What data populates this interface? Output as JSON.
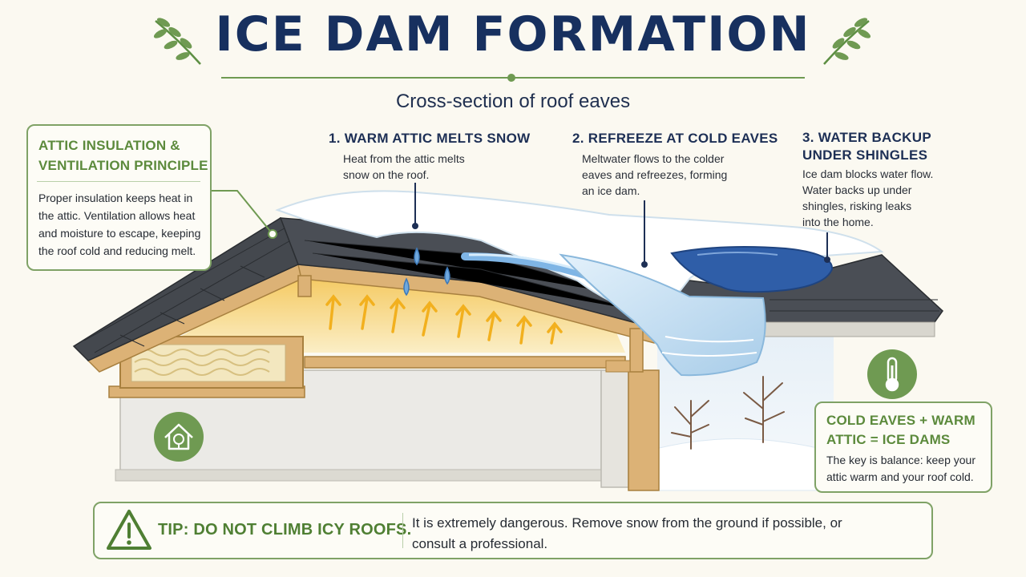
{
  "header": {
    "title": "ICE DAM FORMATION",
    "subtitle": "Cross-section of roof eaves"
  },
  "steps": [
    {
      "title": "1. WARM ATTIC MELTS SNOW",
      "body": [
        "Heat from the attic melts",
        "snow on the roof."
      ]
    },
    {
      "title": "2. REFREEZE AT COLD EAVES",
      "body": [
        "Meltwater flows to the colder",
        "eaves and refreezes, forming",
        "an ice dam."
      ]
    },
    {
      "title_lines": [
        "3. WATER BACKUP",
        "UNDER SHINGLES"
      ],
      "body": [
        "Ice dam blocks water flow.",
        "Water backs up under",
        "shingles, risking leaks",
        "into the home."
      ]
    }
  ],
  "insulation_card": {
    "title_lines": [
      "ATTIC INSULATION &",
      "VENTILATION PRINCIPLE"
    ],
    "body": [
      "Proper insulation keeps heat in",
      "the attic. Ventilation allows heat",
      "and moisture to escape, keeping",
      "the roof cold and reducing melt."
    ]
  },
  "balance_card": {
    "title_lines": [
      "COLD EAVES + WARM",
      "ATTIC = ICE DAMS"
    ],
    "body": [
      "The key is balance: keep your",
      "attic warm and your roof cold."
    ]
  },
  "tip": {
    "title": "TIP: DO NOT CLIMB ICY ROOFS.",
    "body": [
      "It is extremely dangerous. Remove snow from the ground if possible, or",
      "consult a professional."
    ]
  },
  "icons": {
    "laurel": "laurel-branch-icon",
    "home": "home-insulation-icon",
    "thermometer": "thermometer-icon",
    "warning": "warning-triangle-icon"
  },
  "colors": {
    "title_navy": "#17305f",
    "accent_green": "#6f9a52",
    "heat_arrow": "#f2b01e",
    "ice_blue": "#cfe6f7",
    "water_blue": "#2f5ea8",
    "shingle_dark": "#3d4147"
  }
}
